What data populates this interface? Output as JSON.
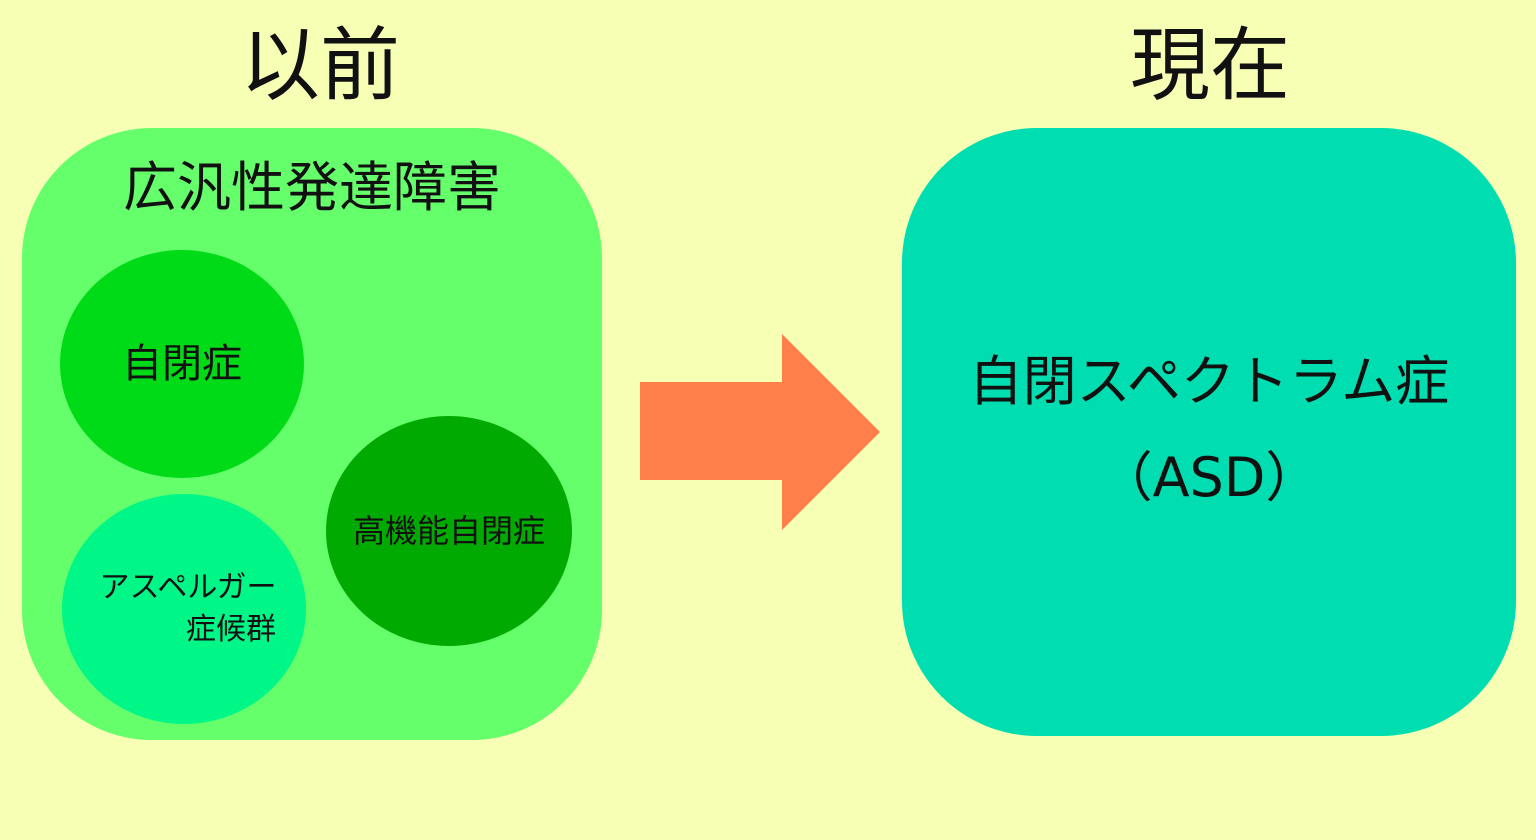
{
  "headings": {
    "before": "以前",
    "after": "現在"
  },
  "before_panel": {
    "title": "広汎性発達障害",
    "circles": {
      "autism": "自閉症",
      "high_functioning_autism": "高機能自閉症",
      "asperger_line1": "アスペルガー",
      "asperger_line2": "症候群"
    }
  },
  "after_panel": {
    "line1": "自閉スペクトラム症",
    "line2": "（ASD）"
  },
  "colors": {
    "background": "#f7ffb5",
    "before_panel": "#66ff6c",
    "autism_circle": "#00db17",
    "hfa_circle": "#00aa00",
    "asperger_circle": "#00f788",
    "arrow": "#ff7f4a",
    "after_panel": "#00ddb0"
  },
  "icons": {
    "arrow": "arrow-right-icon"
  }
}
